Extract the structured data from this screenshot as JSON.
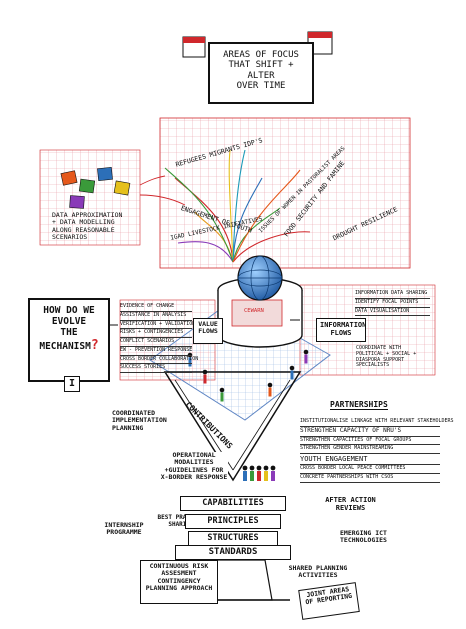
{
  "header": {
    "title_lines": [
      "AREAS of FOCUS",
      "THAT SHIFT + ALTER",
      "OVER TIME"
    ]
  },
  "left_panel": {
    "title_lines": [
      "HOW DO WE",
      "EVOLVE",
      "THE",
      "MECHANISM",
      "?"
    ],
    "roman": "I"
  },
  "themes": [
    "REFUGEES MIGRANTS IDP'S",
    "FOOD SECURITY AND FAMINE",
    "ENGAGEMENT OF YOUTH",
    "ISSUES OF WOMEN IN PASTORALIST AREAS",
    "IGAD LIVESTOCK INITIATIVES",
    "DROUGHT RESILIENCE"
  ],
  "data_scenarios": [
    "DATA APPROXIMATION",
    "+ DATA MODELLING",
    "ALONG REASONABLE",
    "SCENARIOS"
  ],
  "value_flows_label": "VALUE FLOWS",
  "value_flows_items": [
    "EVIDENCE OF CHANGE",
    "ASSISTANCE IN ANALYSIS",
    "VERIFICATION + VALIDATION",
    "RISKS + CONTINGENCIES",
    "CONFLICT SCENARIOS",
    "EW - PREVENTION RESPONSE",
    "CROSS BORDER COLLABORATION",
    "SUCCESS STORIES"
  ],
  "info_flows_label": "INFORMATION FLOWS",
  "info_flows_items": [
    "INFORMATION DATA SHARING",
    "IDENTIFY FOCAL POINTS",
    "DATA VISUALISATION"
  ],
  "info_flows_note": "COORDINATE WITH POLITICAL + SOCIAL + DIASPORA SUPPORT SPECIALISTS",
  "contributions_label": "CONTRIBUTIONS",
  "partnerships_label": "PARTNERSHIPS",
  "partnerships_items": [
    "INSTITUTIONALISE LINKAGE WITH RELEVANT STAKEHOLDERS",
    "STRENGTHEN CAPACITY of NRU'S",
    "STRENGTHEN CAPACITIES OF FOCAL GROUPS",
    "STRENGTHEN GENDER MAINSTREAMING",
    "YOUTH ENGAGEMENT",
    "CROSS BORDER LOCAL PEACE COMMITTEES",
    "CONCRETE PARTNERSHIPS WITH CSOS"
  ],
  "left_blocks": [
    "COORDINATED IMPLEMENTATION PLANNING",
    "OPERATIONAL MODALITIES +GUIDELINES for X-BORDER RESPONSE",
    "INTERNSHIP PROGRAMME",
    "BEST PRACTICE SHARING",
    "CONTINUOUS RISK ASSESMENT CONTINGENCY PLANNING APPROACH"
  ],
  "right_blocks": [
    "AFTER ACTION REVIEWS",
    "EMERGING ICT TECHNOLOGIES",
    "SHARED PLANNING ACTIVITIES",
    "JOINT AREAS of REPORTING"
  ],
  "tiers": [
    "CAPABILITIES",
    "PRINCIPLES",
    "STRUCTURES",
    "STANDARDS"
  ],
  "screen_label": "CEWARN",
  "colors": {
    "ink": "#111111",
    "accent_red": "#d0282c",
    "grid_pink": "#e79aa6",
    "grid_blue": "#7fa6d8",
    "globe_blue": "#2c6fb8"
  }
}
